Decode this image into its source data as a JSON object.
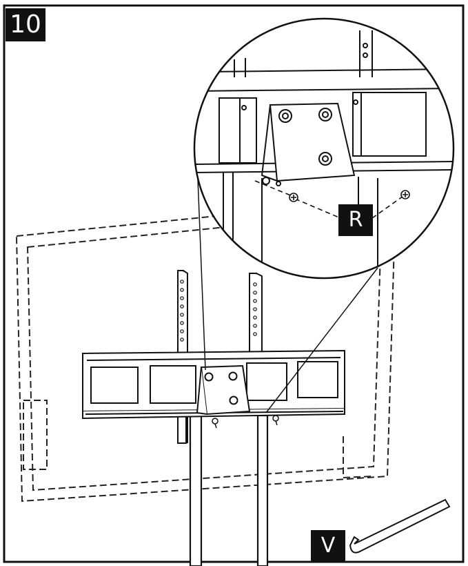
{
  "step": {
    "number": "10"
  },
  "callouts": {
    "screws": "R",
    "hex_key": "V"
  },
  "icons": {
    "screw": "screw-icon",
    "hex_key": "hex-key-icon"
  }
}
